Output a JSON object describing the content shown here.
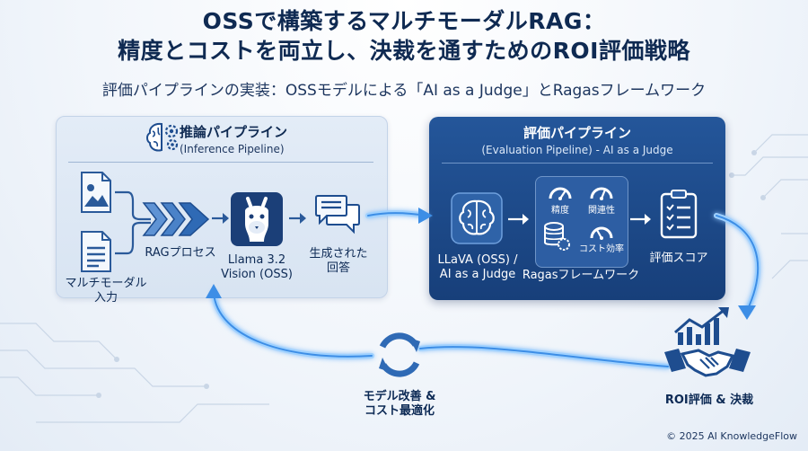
{
  "title": {
    "line1": "OSSで構築するマルチモーダルRAG：",
    "line2": "精度とコストを両立し、決裁を通すためのROI評価戦略"
  },
  "subtitle": "評価パイプラインの実装：OSSモデルによる「AI as a Judge」とRagasフレームワーク",
  "inference": {
    "title": "推論パイプライン",
    "subtitle": "(Inference Pipeline)",
    "input_label_1": "マルチモーダル",
    "input_label_2": "入力",
    "rag_label": "RAGプロセス",
    "model_label_1": "Llama 3.2",
    "model_label_2": "Vision (OSS)",
    "answer_label_1": "生成された",
    "answer_label_2": "回答"
  },
  "evaluation": {
    "title": "評価パイプライン",
    "subtitle": "(Evaluation Pipeline) - AI as a Judge",
    "judge_label_1": "LLaVA (OSS) /",
    "judge_label_2": "AI as a Judge",
    "metric_precision": "精度",
    "metric_relevance": "関連性",
    "metric_cost": "コスト効率",
    "ragas_label": "Ragasフレームワーク",
    "score_label": "評価スコア"
  },
  "feedback": {
    "label_1": "モデル改善 &",
    "label_2": "コスト最適化"
  },
  "roi": {
    "label": "ROI評価 & 決裁"
  },
  "copyright": "© 2025 AI KnowledgeFlow",
  "colors": {
    "navy": "#0f2a52",
    "panel_blue": "#1e4d8f",
    "accent": "#3d8ee6",
    "glow": "#9fd1ff"
  }
}
